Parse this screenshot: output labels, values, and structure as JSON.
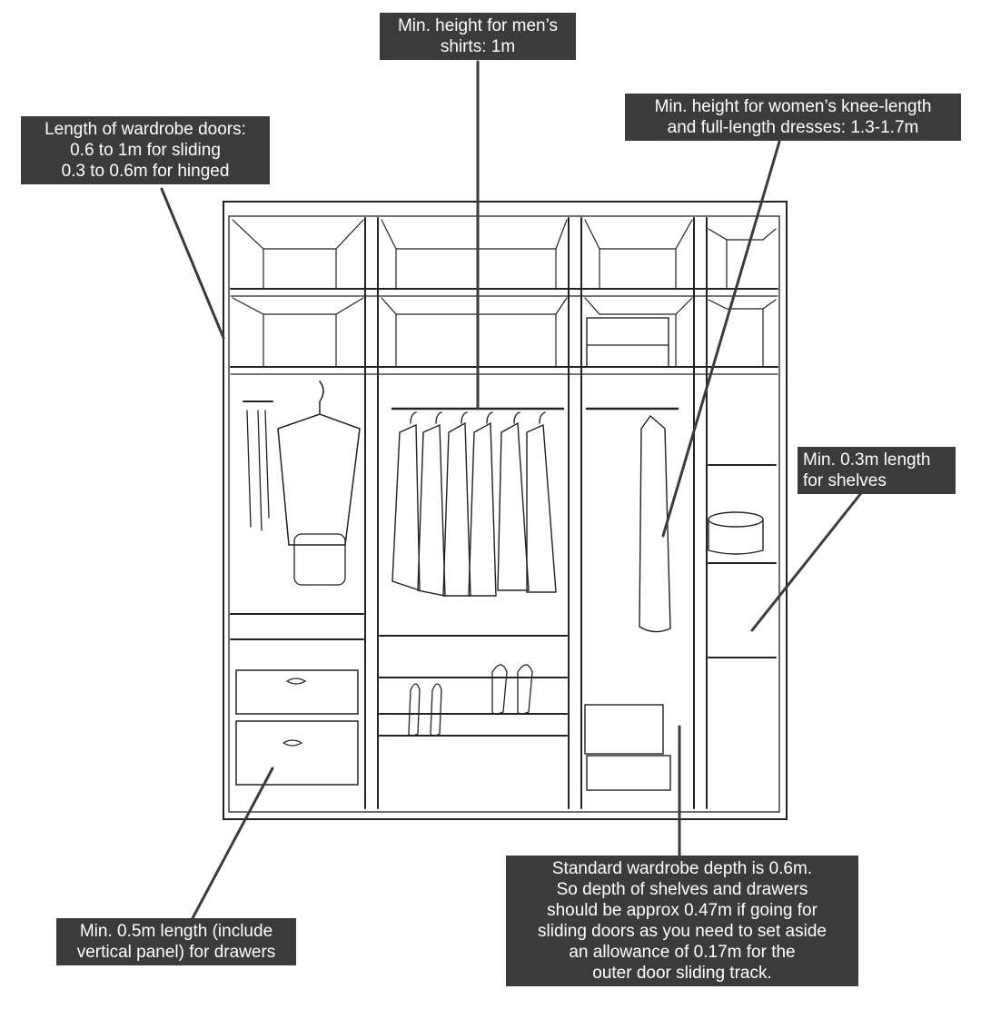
{
  "annotations": {
    "shirts": {
      "lines": [
        "Min. height for men’s",
        "shirts: 1m"
      ]
    },
    "doors": {
      "lines": [
        "Length of wardrobe doors:",
        "0.6 to 1m for sliding",
        "0.3 to 0.6m for hinged"
      ]
    },
    "dresses": {
      "lines": [
        "Min. height for women’s knee-length",
        "and full-length dresses: 1.3-1.7m"
      ]
    },
    "shelves": {
      "lines": [
        "Min. 0.3m length",
        "for shelves"
      ]
    },
    "drawers": {
      "lines": [
        "Min. 0.5m length (include",
        "vertical panel) for drawers"
      ]
    },
    "depth": {
      "lines": [
        "Standard wardrobe depth is 0.6m.",
        "So depth of shelves and drawers",
        "should be approx 0.47m if going for",
        "sliding doors as you need to set aside",
        "an allowance of 0.17m for the",
        "outer door sliding track."
      ]
    }
  },
  "colors": {
    "label_bg": "#3b3b3b",
    "label_text": "#ffffff",
    "sketch": "#222222"
  }
}
